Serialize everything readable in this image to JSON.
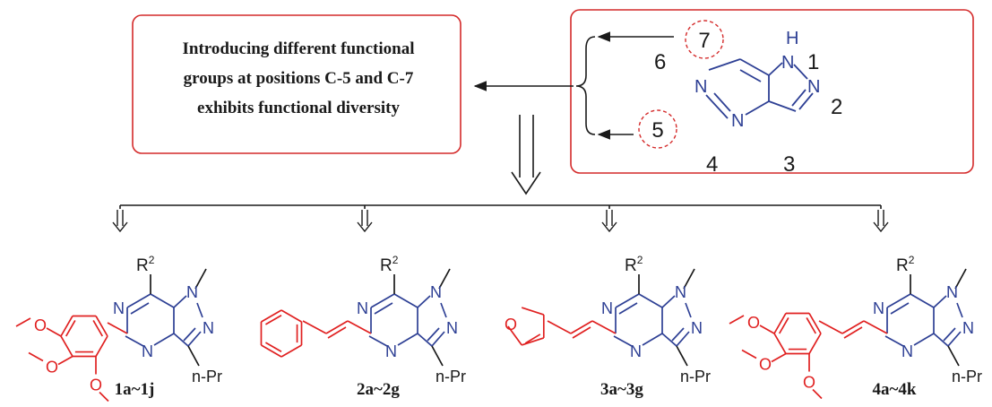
{
  "intro_text": {
    "line1": "Introducing different functional",
    "line2": "groups at positions C-5 and C-7",
    "line3": "exhibits functional diversity"
  },
  "core": {
    "N1H": "H",
    "N1": "N",
    "N2": "N",
    "N4": "N",
    "N6": "N",
    "pos1": "1",
    "pos2": "2",
    "pos3": "3",
    "pos4": "4",
    "pos5": "5",
    "pos6": "6",
    "pos7": "7"
  },
  "substituent": {
    "R": "R",
    "sup": "2",
    "npr": "n-Pr",
    "N": "N",
    "O": "O"
  },
  "compounds": [
    {
      "label": "1a~1j"
    },
    {
      "label": "2a~2g"
    },
    {
      "label": "3a~3g"
    },
    {
      "label": "4a~4k"
    }
  ],
  "colors": {
    "nitrogen": "#2d3f94",
    "substituent": "#e02020",
    "highlight": "#d42a2a",
    "ink": "#1a1a1a"
  }
}
